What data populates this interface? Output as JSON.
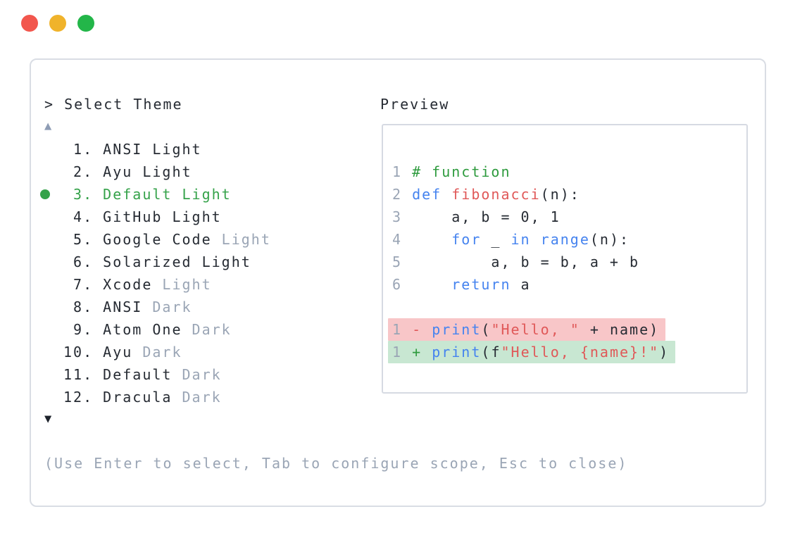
{
  "colors": {
    "text": "#262b33",
    "muted": "#9aa5b5",
    "sel": "#35a24a",
    "comment": "#2e9b3e",
    "kw": "#4583ef",
    "fname": "#e05858",
    "str": "#e05858",
    "delbg": "#f8c6c8",
    "addbg": "#c8e7d2",
    "border": "#d9dde4",
    "border2": "#d6dae2",
    "arrowup": "#8e9cb4",
    "arrowdown": "#1d222b"
  },
  "window": {
    "traffic_lights": [
      {
        "name": "close",
        "color": "#f2564d"
      },
      {
        "name": "minimize",
        "color": "#f0b32b"
      },
      {
        "name": "zoom",
        "color": "#23b649"
      }
    ]
  },
  "theme_picker": {
    "prompt": "> Select Theme",
    "scroll_up": "▲",
    "scroll_down": "▼",
    "items": [
      {
        "num": 1,
        "label": "ANSI Light",
        "muted": "",
        "selected": false
      },
      {
        "num": 2,
        "label": "Ayu Light",
        "muted": "",
        "selected": false
      },
      {
        "num": 3,
        "label": "Default Light",
        "muted": "",
        "selected": true
      },
      {
        "num": 4,
        "label": "GitHub Light",
        "muted": "",
        "selected": false
      },
      {
        "num": 5,
        "label": "Google Code",
        "muted": "Light",
        "selected": false
      },
      {
        "num": 6,
        "label": "Solarized Light",
        "muted": "",
        "selected": false
      },
      {
        "num": 7,
        "label": "Xcode",
        "muted": "Light",
        "selected": false
      },
      {
        "num": 8,
        "label": "ANSI",
        "muted": "Dark",
        "selected": false
      },
      {
        "num": 9,
        "label": "Atom One",
        "muted": "Dark",
        "selected": false
      },
      {
        "num": 10,
        "label": "Ayu",
        "muted": "Dark",
        "selected": false
      },
      {
        "num": 11,
        "label": "Default",
        "muted": "Dark",
        "selected": false
      },
      {
        "num": 12,
        "label": "Dracula",
        "muted": "Dark",
        "selected": false
      }
    ],
    "hint": "(Use Enter to select, Tab to configure scope, Esc to close)"
  },
  "preview": {
    "label": "Preview",
    "lines": [
      {
        "n": "1",
        "tokens": [
          [
            "c",
            "# function"
          ]
        ]
      },
      {
        "n": "2",
        "tokens": [
          [
            "k",
            "def"
          ],
          [
            "p",
            " "
          ],
          [
            "f",
            "fibonacci"
          ],
          [
            "p",
            "(n):"
          ]
        ]
      },
      {
        "n": "3",
        "tokens": [
          [
            "p",
            "    a, b = 0, 1"
          ]
        ]
      },
      {
        "n": "4",
        "tokens": [
          [
            "p",
            "    "
          ],
          [
            "k",
            "for"
          ],
          [
            "p",
            " _ "
          ],
          [
            "k",
            "in"
          ],
          [
            "p",
            " "
          ],
          [
            "k",
            "range"
          ],
          [
            "p",
            "(n):"
          ]
        ]
      },
      {
        "n": "5",
        "tokens": [
          [
            "p",
            "        a, b = b, a + b"
          ]
        ]
      },
      {
        "n": "6",
        "tokens": [
          [
            "p",
            "    "
          ],
          [
            "k",
            "return"
          ],
          [
            "p",
            " a"
          ]
        ]
      },
      {
        "blank": true
      },
      {
        "n": "1",
        "diff": "del",
        "sign": "-",
        "tokens": [
          [
            "k",
            "print"
          ],
          [
            "p",
            "("
          ],
          [
            "s",
            "\"Hello, \""
          ],
          [
            "p",
            " + name)"
          ]
        ]
      },
      {
        "n": "1",
        "diff": "add",
        "sign": "+",
        "tokens": [
          [
            "k",
            "print"
          ],
          [
            "p",
            "(f"
          ],
          [
            "s",
            "\"Hello, {name}!\""
          ],
          [
            "p",
            ")"
          ]
        ]
      }
    ]
  }
}
